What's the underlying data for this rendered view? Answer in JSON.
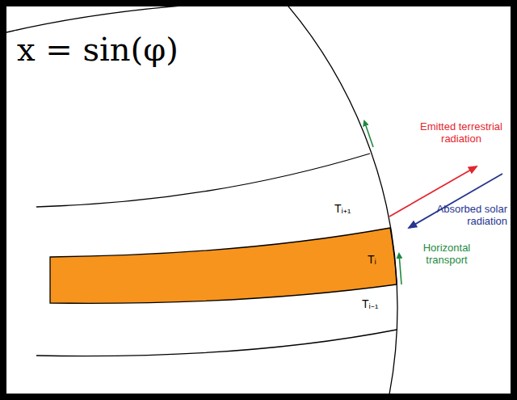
{
  "diagram": {
    "labels": [
      "x = sin(φ)",
      "Tᵢ₊₁",
      "Tᵢ",
      "Tᵢ₋₁",
      "Emitted terrestrial radiation",
      "Absorbed solar radiation",
      "Horizontal transport"
    ]
  }
}
